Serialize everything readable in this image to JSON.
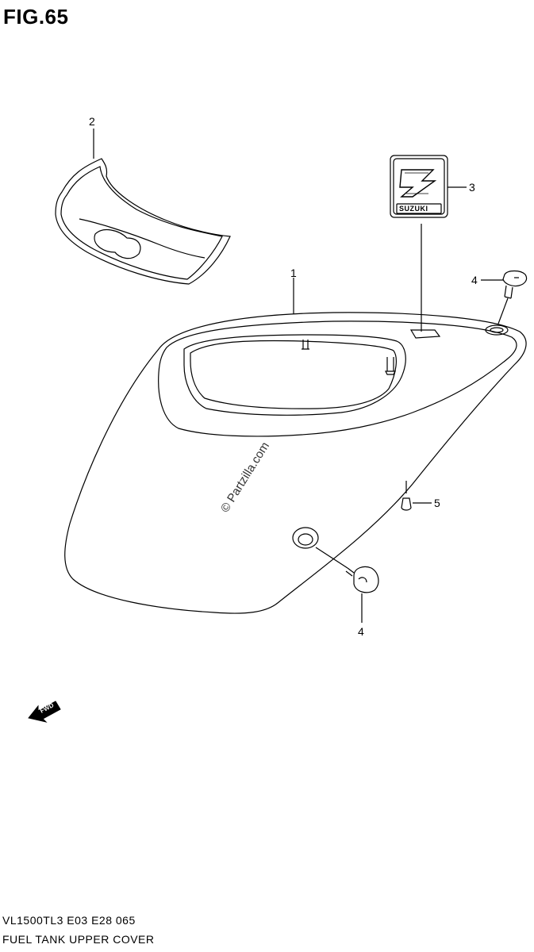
{
  "figure": {
    "title": "FIG.65"
  },
  "callouts": [
    {
      "id": "part-1",
      "label": "1"
    },
    {
      "id": "part-2",
      "label": "2"
    },
    {
      "id": "part-3",
      "label": "3"
    },
    {
      "id": "part-4-top",
      "label": "4"
    },
    {
      "id": "part-4-bottom",
      "label": "4"
    },
    {
      "id": "part-5",
      "label": "5"
    }
  ],
  "emblem": {
    "text": "SUZUKI"
  },
  "fwd_arrow": {
    "text": "FWD"
  },
  "watermark": "© Partzilla.com",
  "footer": {
    "code": "VL1500TL3  E03  E28  065",
    "name": "FUEL TANK UPPER COVER"
  }
}
